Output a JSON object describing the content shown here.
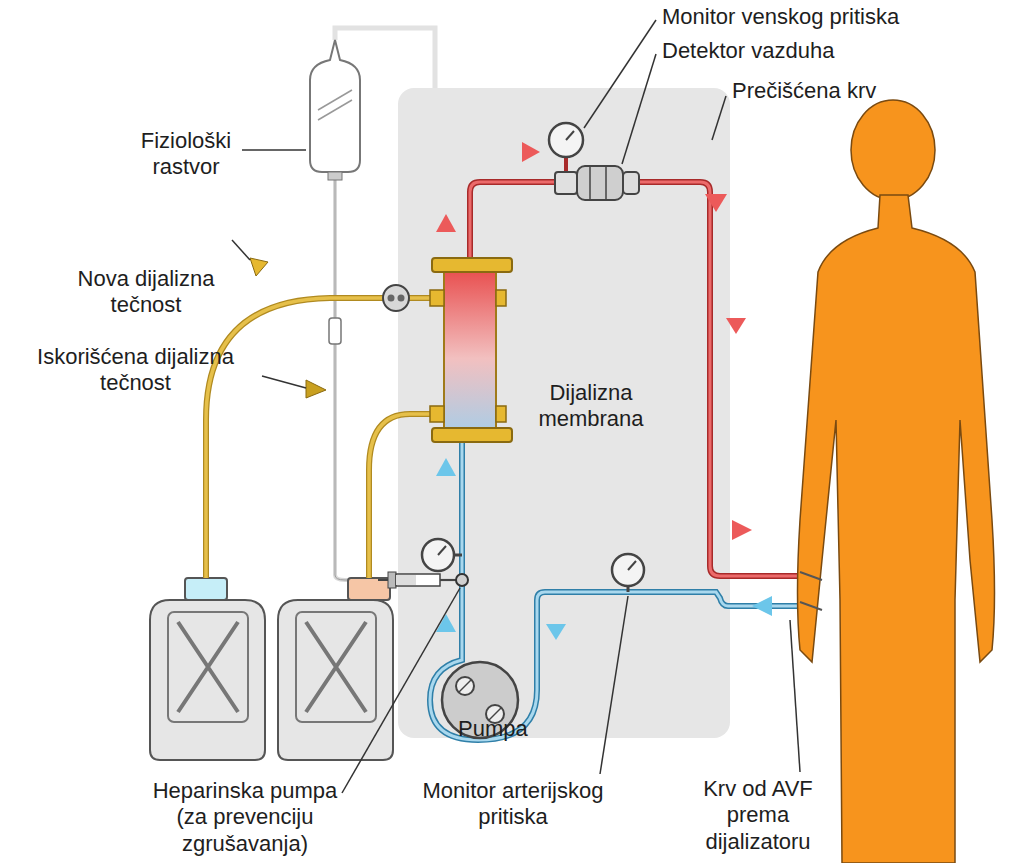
{
  "diagram": {
    "labels": [
      "Monitor venskog pritiska",
      "Detektor vazduha",
      "Prečišćena krv",
      "Fiziološki rastvor",
      "Nova dijalizna tečnost",
      "Iskorišćena dijalizna tečnost",
      "Dijalizna membrana",
      "Pumpa",
      "Heparinska pumpa (za prevenciju zgrušavanja)",
      "Monitor arterijskog pritiska",
      "Krv od AVF prema dijalizatoru"
    ]
  }
}
